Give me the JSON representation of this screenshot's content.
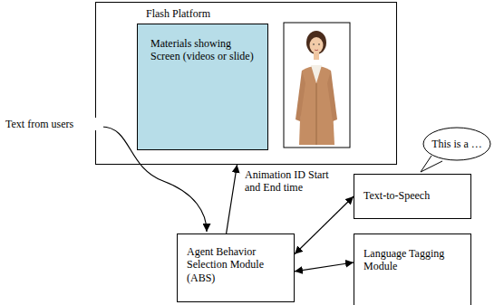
{
  "diagram": {
    "nodes": [
      {
        "text": [
          "Flash Platform"
        ]
      },
      {
        "text": [
          "Materials showing Screen (videos or slide)"
        ],
        "in": 0
      },
      {
        "text": [
          "This is a …"
        ]
      },
      {
        "text": [
          "Agent Behavior Selection Module (ABS)"
        ]
      },
      {
        "text": [
          "Text-to-Speech"
        ]
      },
      {
        "text": [
          "Language Tagging Module"
        ]
      }
    ],
    "edges": [
      {
        "from": 3,
        "to": 0,
        "arrow": "to",
        "label": "Animation ID Start and End time"
      },
      {
        "from": 3,
        "to": 4,
        "arrow": "both"
      },
      {
        "from": 3,
        "to": 5,
        "arrow": "both"
      }
    ],
    "labels": [
      "Text from users"
    ]
  }
}
